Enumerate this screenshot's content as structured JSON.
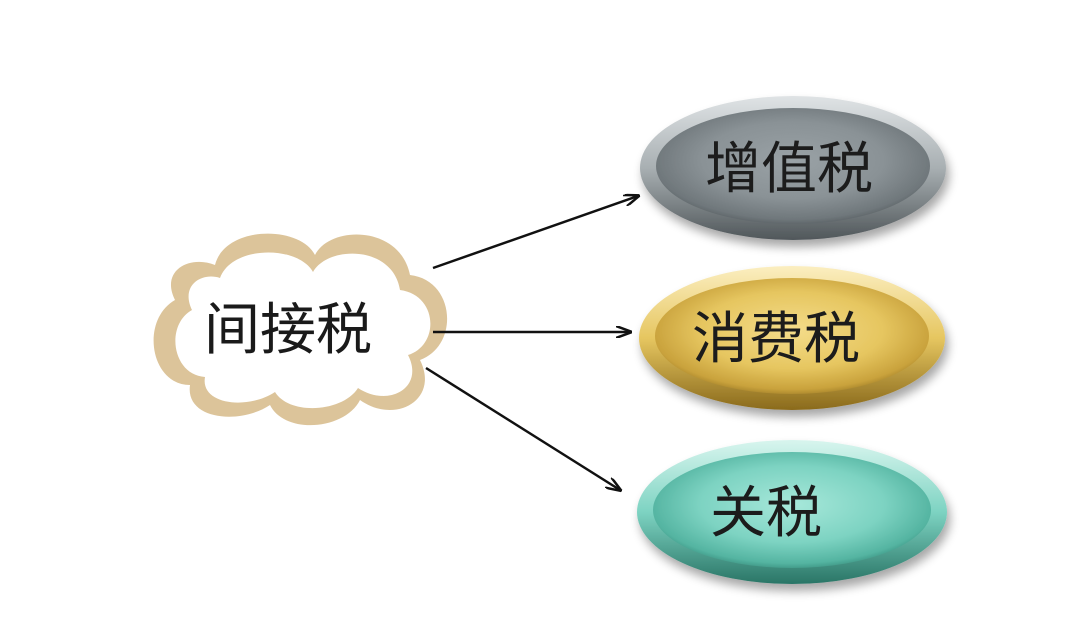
{
  "diagram": {
    "root": {
      "label": "间接税"
    },
    "children": [
      {
        "label": "增值税",
        "color": "#8f979b"
      },
      {
        "label": "消费税",
        "color": "#e2c35e"
      },
      {
        "label": "关税",
        "color": "#7dd3c2"
      }
    ],
    "colors": {
      "cloud_outline": "#dcc49a",
      "cloud_fill": "#ffffff",
      "arrow": "#111111"
    }
  }
}
